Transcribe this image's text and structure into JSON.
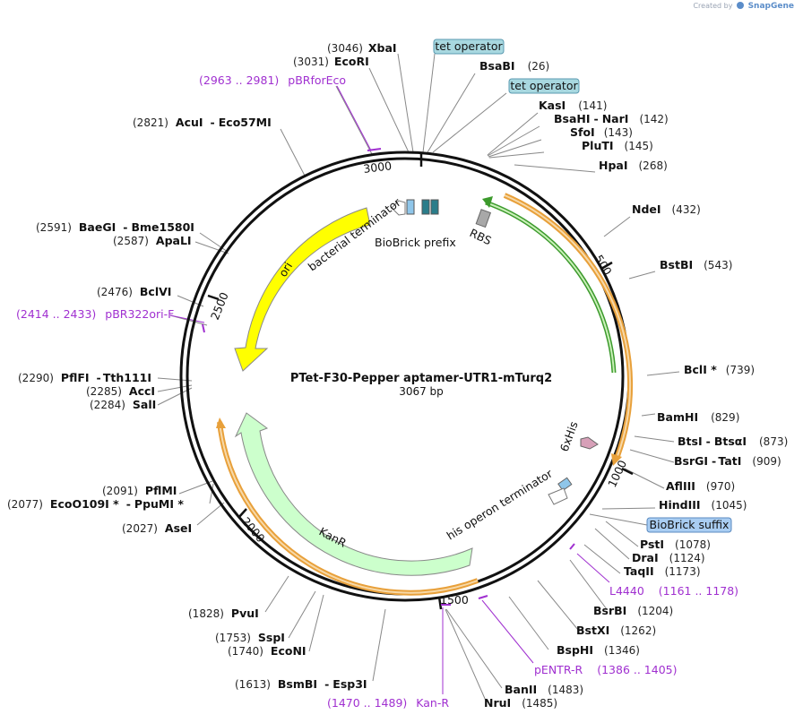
{
  "credit": {
    "prefix": "Created by",
    "brand": "SnapGene"
  },
  "map": {
    "name": "PTet-F30-Pepper aptamer-UTR1-mTurq2",
    "size_label": "3067 bp",
    "ticks": [
      "500",
      "1000",
      "1500",
      "2000",
      "2500",
      "3000"
    ]
  },
  "sites": [
    {
      "pos": "(3046)",
      "name": "XbaI"
    },
    {
      "pos": "(3031)",
      "name": "EcoRI"
    },
    {
      "name": "BsaBI",
      "pos": "(26)"
    },
    {
      "name": "KasI",
      "pos": "(141)"
    },
    {
      "name": "BsaHI",
      "sep": "-",
      "name2": "NarI",
      "pos": "(142)"
    },
    {
      "name": "SfoI",
      "pos": "(143)"
    },
    {
      "name": "PluTI",
      "pos": "(145)"
    },
    {
      "name": "HpaI",
      "pos": "(268)"
    },
    {
      "pos": "(2821)",
      "name": "AcuI",
      "sep": "-",
      "name2": "Eco57MI"
    },
    {
      "name": "NdeI",
      "pos": "(432)"
    },
    {
      "pos": "(2591)",
      "name": "BaeGI",
      "sep": "-",
      "name2": "Bme1580I"
    },
    {
      "pos": "(2587)",
      "name": "ApaLI"
    },
    {
      "name": "BstBI",
      "pos": "(543)"
    },
    {
      "pos": "(2476)",
      "name": "BclVI"
    },
    {
      "name": "BclI *",
      "pos": "(739)"
    },
    {
      "pos": "(2290)",
      "name": "PflFI",
      "sep": "-",
      "name2": "Tth111I"
    },
    {
      "pos": "(2285)",
      "name": "AccI"
    },
    {
      "pos": "(2284)",
      "name": "SalI"
    },
    {
      "name": "BamHI",
      "pos": "(829)"
    },
    {
      "name": "BtsI",
      "sep": "-",
      "name2": "BtsαI",
      "pos": "(873)"
    },
    {
      "name": "BsrGI",
      "sep": "-",
      "name2": "TatI",
      "pos": "(909)"
    },
    {
      "name": "AflIII",
      "pos": "(970)"
    },
    {
      "pos": "(2091)",
      "name": "PflMI"
    },
    {
      "pos": "(2077)",
      "name": "EcoO109I *",
      "sep": "-",
      "name2": "PpuMI *"
    },
    {
      "name": "HindIII",
      "pos": "(1045)"
    },
    {
      "pos": "(2027)",
      "name": "AseI"
    },
    {
      "name": "PstI",
      "pos": "(1078)"
    },
    {
      "name": "DraI",
      "pos": "(1124)"
    },
    {
      "name": "TaqII",
      "pos": "(1173)"
    },
    {
      "name": "BsrBI",
      "pos": "(1204)"
    },
    {
      "pos": "(1828)",
      "name": "PvuI"
    },
    {
      "name": "BstXI",
      "pos": "(1262)"
    },
    {
      "pos": "(1753)",
      "name": "SspI"
    },
    {
      "pos": "(1740)",
      "name": "EcoNI"
    },
    {
      "name": "BspHI",
      "pos": "(1346)"
    },
    {
      "pos": "(1613)",
      "name": "BsmBI",
      "sep": "-",
      "name2": "Esp3I"
    },
    {
      "name": "BanII",
      "pos": "(1483)"
    },
    {
      "name": "NruI",
      "pos": "(1485)"
    }
  ],
  "primers": [
    {
      "range": "(2963 .. 2981)",
      "name": "pBRforEco"
    },
    {
      "range": "(2414 .. 2433)",
      "name": "pBR322ori-F"
    },
    {
      "name": "L4440",
      "range": "(1161 .. 1178)"
    },
    {
      "name": "pENTR-R",
      "range": "(1386 .. 1405)"
    },
    {
      "range": "(1470 .. 1489)",
      "name": "Kan-R"
    }
  ],
  "boxed_features": [
    {
      "name": "tet operator",
      "color": "#a8d8e0"
    },
    {
      "name": "tet operator",
      "color": "#a8d8e0"
    },
    {
      "name": "BioBrick suffix",
      "color": "#a9cdf2"
    }
  ],
  "features": {
    "ori": "ori",
    "kanr": "KanR",
    "bacterial_terminator": "bacterial terminator",
    "biobrick_prefix": "BioBrick prefix",
    "rbs": "RBS",
    "his_tag": "6xHis",
    "his_terminator": "his operon terminator"
  },
  "colors": {
    "ori": "#ffff00",
    "kanr": "#ccffcc",
    "cds_gene": "#bfe8a8",
    "cds_outline": "#e8a03a",
    "primer": "#a030d0",
    "biobrick": "#8fc6ea",
    "teal": "#2a7d8a",
    "rbs": "#a8a8a8",
    "his": "#d7a0b8"
  }
}
